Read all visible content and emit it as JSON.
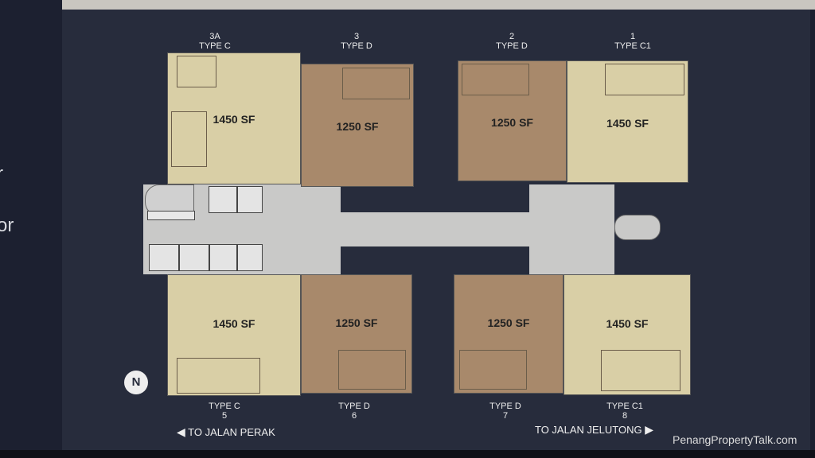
{
  "side_text": [
    "r",
    "or"
  ],
  "units": [
    {
      "number": "3A",
      "type": "TYPE C",
      "area": "1450  SF",
      "color": "#d9cfa6"
    },
    {
      "number": "3",
      "type": "TYPE D",
      "area": "1250  SF",
      "color": "#a8896b"
    },
    {
      "number": "2",
      "type": "TYPE D",
      "area": "1250  SF",
      "color": "#a8896b"
    },
    {
      "number": "1",
      "type": "TYPE C1",
      "area": "1450  SF",
      "color": "#d9cfa6"
    },
    {
      "number": "5",
      "type": "TYPE C",
      "area": "1450  SF",
      "color": "#d9cfa6"
    },
    {
      "number": "6",
      "type": "TYPE D",
      "area": "1250  SF",
      "color": "#a8896b"
    },
    {
      "number": "7",
      "type": "TYPE D",
      "area": "1250  SF",
      "color": "#a8896b"
    },
    {
      "number": "8",
      "type": "TYPE C1",
      "area": "1450  SF",
      "color": "#d9cfa6"
    }
  ],
  "roads": {
    "left": "TO JALAN PERAK",
    "right": "TO JALAN JELUTONG"
  },
  "north": "N",
  "icons": {
    "north": "north-arrow-icon",
    "left": "arrow-left-icon",
    "right": "arrow-right-icon"
  },
  "watermark": "PenangPropertyTalk.com"
}
